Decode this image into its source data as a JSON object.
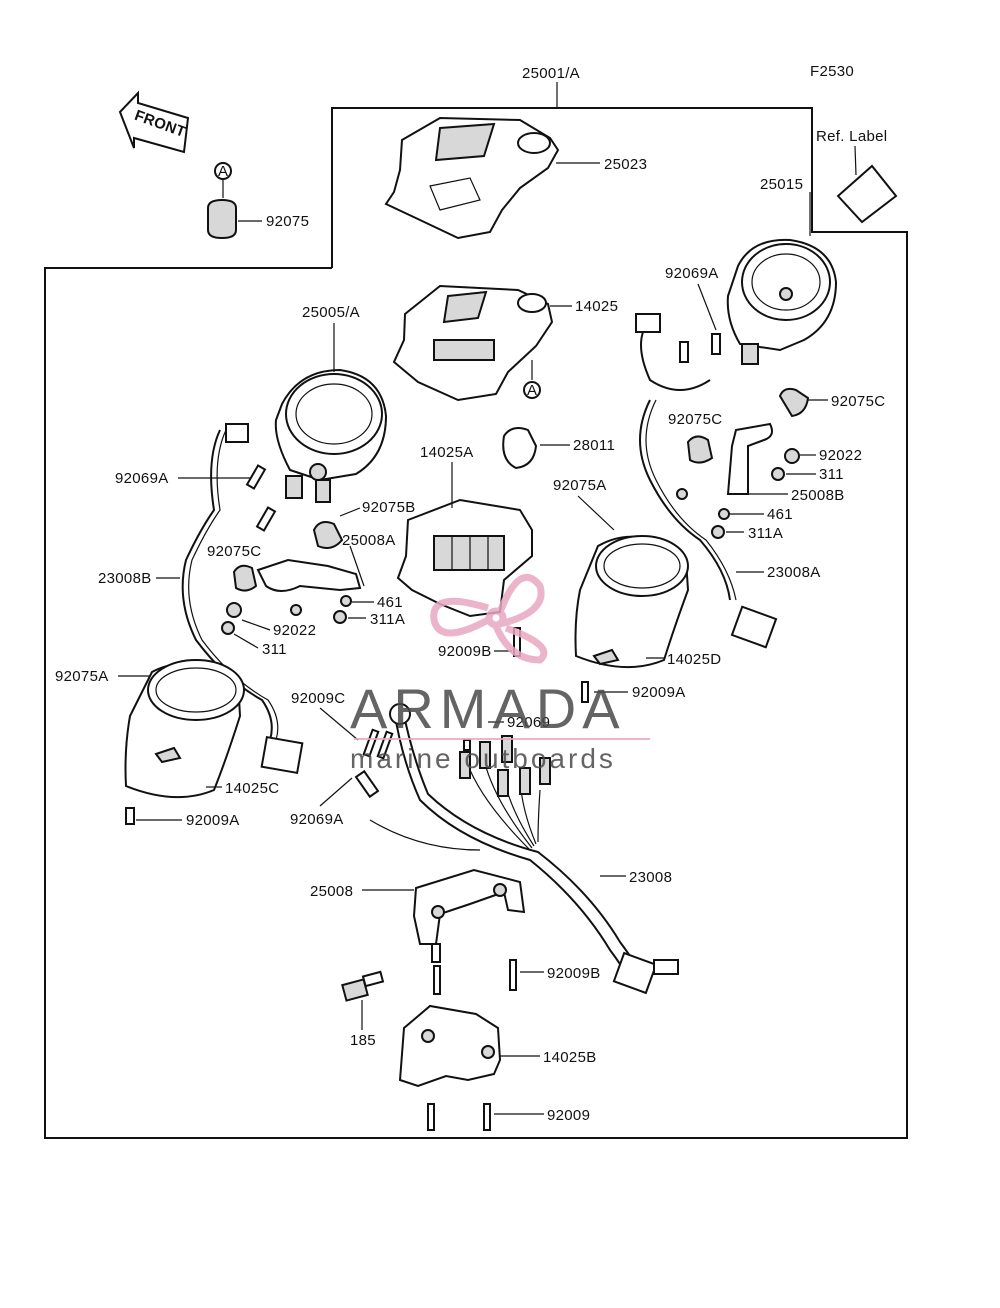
{
  "figure_code": "F2530",
  "front_label": "FRONT",
  "ref_label": "Ref. Label",
  "watermark": {
    "title": "ARMADA",
    "subtitle": "marine outboards",
    "accent_color": "#e8a7c2"
  },
  "callout_letter": "A",
  "parts": {
    "p25001A": "25001/A",
    "p25023": "25023",
    "p25015": "25015",
    "p92075": "92075",
    "p14025": "14025",
    "p25005A": "25005/A",
    "p92069A_r": "92069A",
    "p92075C_r1": "92075C",
    "p92075C_r2": "92075C",
    "p92022_r": "92022",
    "p311_r": "311",
    "p25008B": "25008B",
    "p461_r": "461",
    "p311A_r": "311A",
    "p23008A": "23008A",
    "p14025A": "14025A",
    "p28011": "28011",
    "p92075A_r": "92075A",
    "p92069A_l": "92069A",
    "p92075B": "92075B",
    "p25008A": "25008A",
    "p92075C_l": "92075C",
    "p23008B": "23008B",
    "p461_l": "461",
    "p92022_l": "92022",
    "p311A_l": "311A",
    "p311_l": "311",
    "p92009B_c": "92009B",
    "p14025D": "14025D",
    "p92075A_l": "92075A",
    "p92009A_r": "92009A",
    "p92009C": "92009C",
    "p92069": "92069",
    "p14025C": "14025C",
    "p92069A_b": "92069A",
    "p92009A_l": "92009A",
    "p23008": "23008",
    "p25008": "25008",
    "p92009B_b": "92009B",
    "p185": "185",
    "p14025B": "14025B",
    "p92009": "92009"
  }
}
